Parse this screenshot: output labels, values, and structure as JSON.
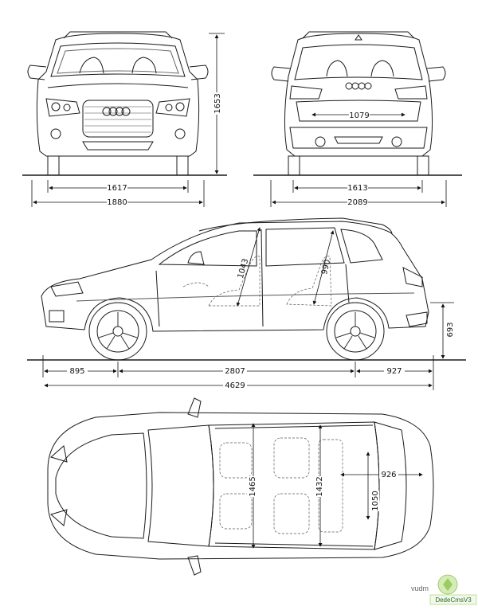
{
  "dimensions": {
    "front_track": "1617",
    "front_width": "1880",
    "height": "1653",
    "rear_track": "1613",
    "rear_width": "2089",
    "rear_inner": "1079",
    "front_overhang": "895",
    "wheelbase": "2807",
    "rear_overhang": "927",
    "length": "4629",
    "rear_height": "693",
    "front_headroom": "1043",
    "rear_headroom": "990",
    "front_cabin_width": "1465",
    "rear_cabin_width": "1432",
    "cargo_length": "926",
    "cargo_width": "1050"
  },
  "watermark": {
    "site": "vudm",
    "badge": "DedeCmsV3"
  },
  "colors": {
    "line": "#1a1a1a",
    "dashed": "#555555"
  }
}
